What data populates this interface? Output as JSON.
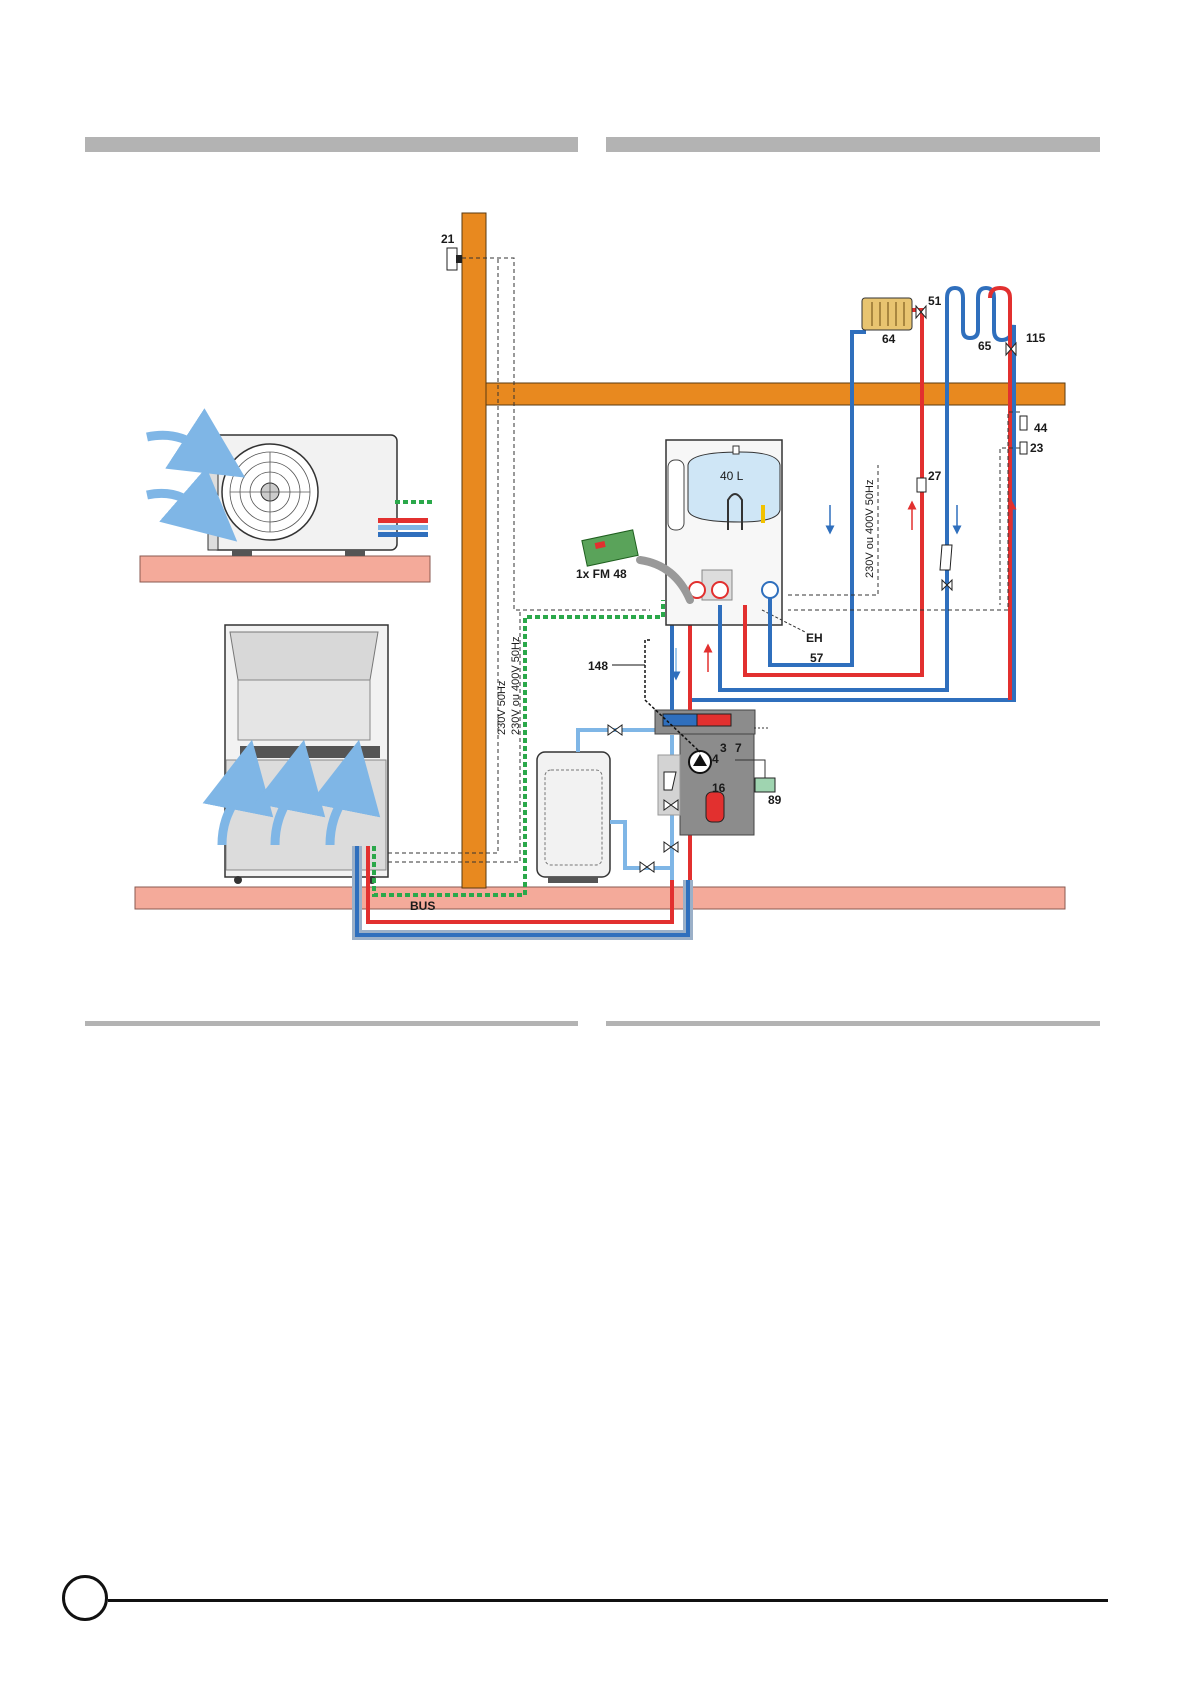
{
  "labels": {
    "room_thermostat": "21",
    "controller_module": "1x FM 48",
    "tank_volume": "40 L",
    "eh": "EH",
    "n57": "57",
    "n148": "148",
    "bus": "BUS",
    "power_1": "230V 50Hz",
    "power_2": "230V ou 400V 50Hz",
    "power_3": "230V ou 400V 50Hz",
    "radiator": "64",
    "valve_51": "51",
    "floor_heating": "65",
    "valve_115": "115",
    "sensor_44": "44",
    "sensor_23": "23",
    "valve_27": "27",
    "n3": "3",
    "n7": "7",
    "n4": "4",
    "n16": "16",
    "n89": "89"
  },
  "colors": {
    "wood_beam": "#e8891f",
    "ground": "#f4aa9a",
    "hot_pipe": "#e2302f",
    "cold_pipe": "#2f6fbd",
    "light_pipe": "#7fb6e6",
    "bus_line": "#2aa84a",
    "hydraulic_box": "#8c8c8c",
    "tank_water": "#cfe6f6"
  },
  "icons": [
    "fan-icon",
    "airflow-arrow-icon",
    "pump-icon",
    "valve-icon",
    "filter-icon",
    "expansion-vessel-icon"
  ]
}
